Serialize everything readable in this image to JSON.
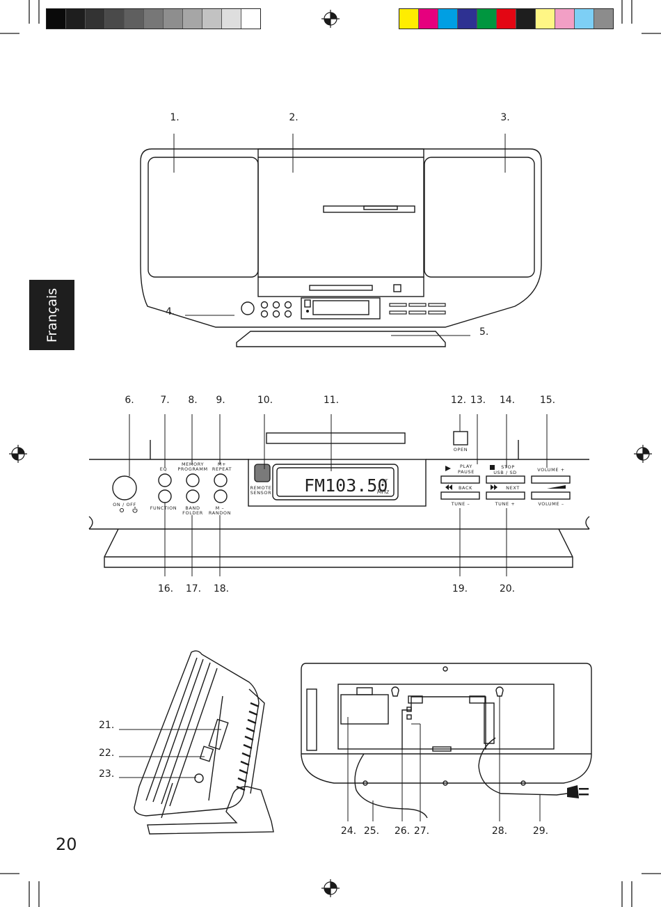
{
  "page": {
    "language_tab": "Français",
    "page_number": "20"
  },
  "color_bar": {
    "grays": [
      "#0a0a0a",
      "#1e1e1e",
      "#333333",
      "#4a4a4a",
      "#5f5f5f",
      "#777777",
      "#8e8e8e",
      "#a6a6a6",
      "#c2c2c2",
      "#dedede",
      "#ffffff"
    ],
    "colors": [
      "#ffed00",
      "#e6007e",
      "#009fe3",
      "#2e3192",
      "#00963f",
      "#e30613",
      "#1e1e1e",
      "#fff685",
      "#f29fc5",
      "#7dcff5",
      "#8c8c8c"
    ]
  },
  "callouts": {
    "top": [
      "1.",
      "2.",
      "3.",
      "4.",
      "5."
    ],
    "panel_top": [
      "6.",
      "7.",
      "8.",
      "9.",
      "10.",
      "11.",
      "12.",
      "13.",
      "14.",
      "15."
    ],
    "panel_bottom": [
      "16.",
      "17.",
      "18.",
      "19.",
      "20."
    ],
    "side": [
      "21.",
      "22.",
      "23."
    ],
    "rear": [
      "24.",
      "25.",
      "26.",
      "27.",
      "28.",
      "29."
    ]
  },
  "panel_labels": {
    "on_off": "ON / OFF",
    "eq": "EQ",
    "memory_programm_1": "MEMORY",
    "memory_programm_2": "PROGRAMM",
    "m_plus_1": "M+",
    "m_plus_2": "REPEAT",
    "function": "FUNCTION",
    "band_1": "BAND",
    "band_2": "FOLDER",
    "m_minus_1": "M –",
    "m_minus_2": "RANDON",
    "remote_1": "REMOTE",
    "remote_2": "SENSOR",
    "open": "OPEN",
    "play_1": "PLAY",
    "play_2": "PAUSE",
    "stop_1": "STOP",
    "stop_2": "USB / SD",
    "volume_plus": "VOLUME +",
    "back": "BACK",
    "tune_minus": "TUNE –",
    "next": "NEXT",
    "tune_plus": "TUNE +",
    "volume_minus": "VOLUME –"
  },
  "display": {
    "readout": "FM103.50",
    "stereo": "ST",
    "unit": "MHz"
  }
}
